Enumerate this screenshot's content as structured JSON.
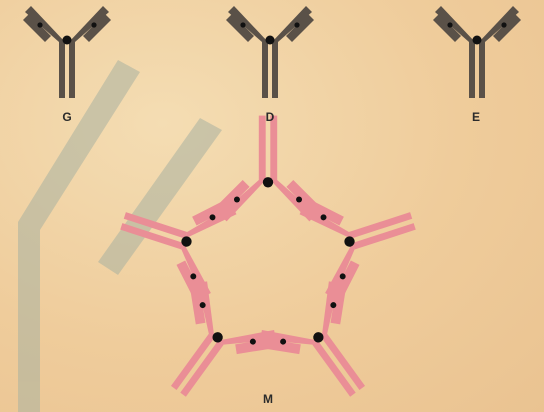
{
  "colors": {
    "background": "#efcc9b",
    "antibody_dark": "#5a5148",
    "antibody_pink": "#ea8e96",
    "dot": "#111111",
    "stripe": "#a9b2a1"
  },
  "antibodies": {
    "g": {
      "label": "G"
    },
    "d": {
      "label": "D"
    },
    "e": {
      "label": "E"
    },
    "m": {
      "label": "M"
    }
  }
}
